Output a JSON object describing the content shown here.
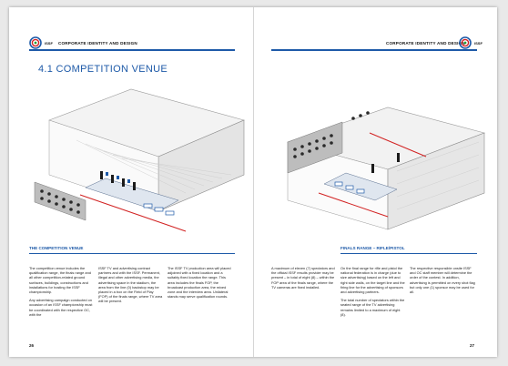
{
  "header": {
    "brand_mark": "ISSF",
    "left_runhead": "CORPORATE IDENTITY AND DESIGN",
    "right_runhead": "CORPORATE IDENTITY AND DESIGN"
  },
  "page_title": "4.1 COMPETITION VENUE",
  "left_section": {
    "heading": "THE COMPETITION VENUE",
    "columns": [
      [
        "The competition venue includes the qualification range, the finals range and all other competition-related ground surfaces, buildings, constructions and installations for hosting the ISSF championship.",
        "Any advertising campaign conducted on occasion of an ISSF championship must be coordinated with the respective OC, with the"
      ],
      [
        "ISSF TV and advertising contract partners and with the ISSF. Permanent, illegal and other advertising media, the advertising space in the stadium, the area from the line (0) backstop may be placed in a box on the Field of Play (FOP) of the finals range, where TV area will be present."
      ],
      [
        "The ISSF TV production area will placed adjoined with a fixed location and a suitably fixed location the range. This area includes the finals FOP, the broadcast production area, the mixed zone and the interview area. Unilateral stands may serve qualification rounds."
      ]
    ]
  },
  "right_section": {
    "heading": "FINALS RANGE – RIFLE/PISTOL",
    "columns": [
      [
        "A maximum of eleven (7) spectators and the official ISSF results provider may be present – in total of eight (8) – within the FOP area of the finals range, where the TV cameras are fixed installed."
      ],
      [
        "On the final range for rifle and pistol the national federation is in charge (due to size advertising) based on the left and right side walls, on the target line and the firing line for the advertising of sponsors and advertising partners.",
        "The total number of spectators within the seated range of the TV advertising remains limited to a maximum of eight (8)."
      ],
      [
        "The respective responsible onsite ISSF and OC staff member will determine the order of the contest. In addition, advertising is permitted on every shot flag but only one (1) sponsor may be used for all."
      ]
    ]
  },
  "page_numbers": {
    "left": "26",
    "right": "27"
  },
  "colors": {
    "accent": "#1e5aa8",
    "range_red": "#d22323"
  }
}
